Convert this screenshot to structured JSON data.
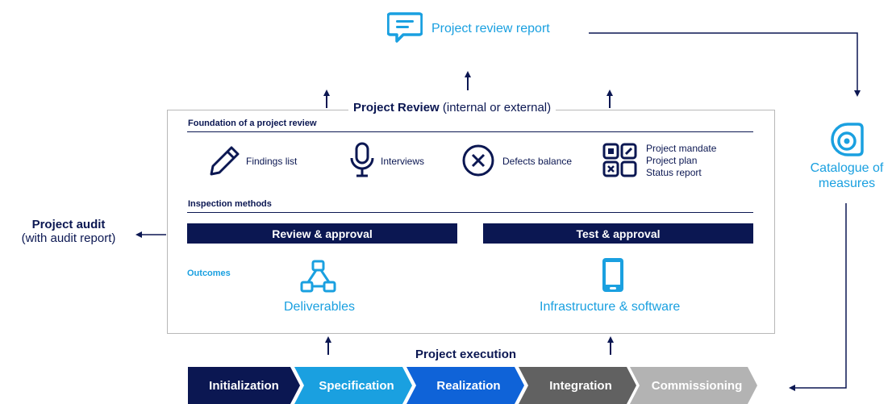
{
  "report": {
    "label": "Project review report",
    "icon": "speech-bubble-icon"
  },
  "review": {
    "title_bold": "Project Review",
    "title_rest": "(internal or external)"
  },
  "foundation": {
    "heading": "Foundation of a project review",
    "items": [
      {
        "label": "Findings list",
        "icon": "pencil-icon"
      },
      {
        "label": "Interviews",
        "icon": "microphone-icon"
      },
      {
        "label": "Defects balance",
        "icon": "circle-x-icon"
      }
    ],
    "documents": {
      "icon": "apps-grid-icon",
      "lines": [
        "Project mandate",
        "Project plan",
        "Status report"
      ]
    }
  },
  "inspection": {
    "heading": "Inspection methods",
    "left": "Review & approval",
    "right": "Test & approval"
  },
  "outcomes": {
    "label": "Outcomes",
    "left": {
      "label": "Deliverables",
      "icon": "network-nodes-icon"
    },
    "right": {
      "label": "Infrastructure & software",
      "icon": "tablet-icon"
    }
  },
  "audit": {
    "title": "Project audit",
    "subtitle": "(with audit report)"
  },
  "catalogue": {
    "line1": "Catalogue of",
    "line2": "measures",
    "icon": "tape-roll-icon"
  },
  "execution": {
    "label": "Project execution",
    "phases": [
      {
        "label": "Initialization",
        "color": "#0b1752"
      },
      {
        "label": "Specification",
        "color": "#1aa0e0"
      },
      {
        "label": "Realization",
        "color": "#0f63d8"
      },
      {
        "label": "Integration",
        "color": "#616161"
      },
      {
        "label": "Commissioning",
        "color": "#b3b3b3"
      }
    ]
  },
  "colors": {
    "navy": "#0b1752",
    "accent": "#1aa0e0",
    "border": "#b8b8b8"
  }
}
